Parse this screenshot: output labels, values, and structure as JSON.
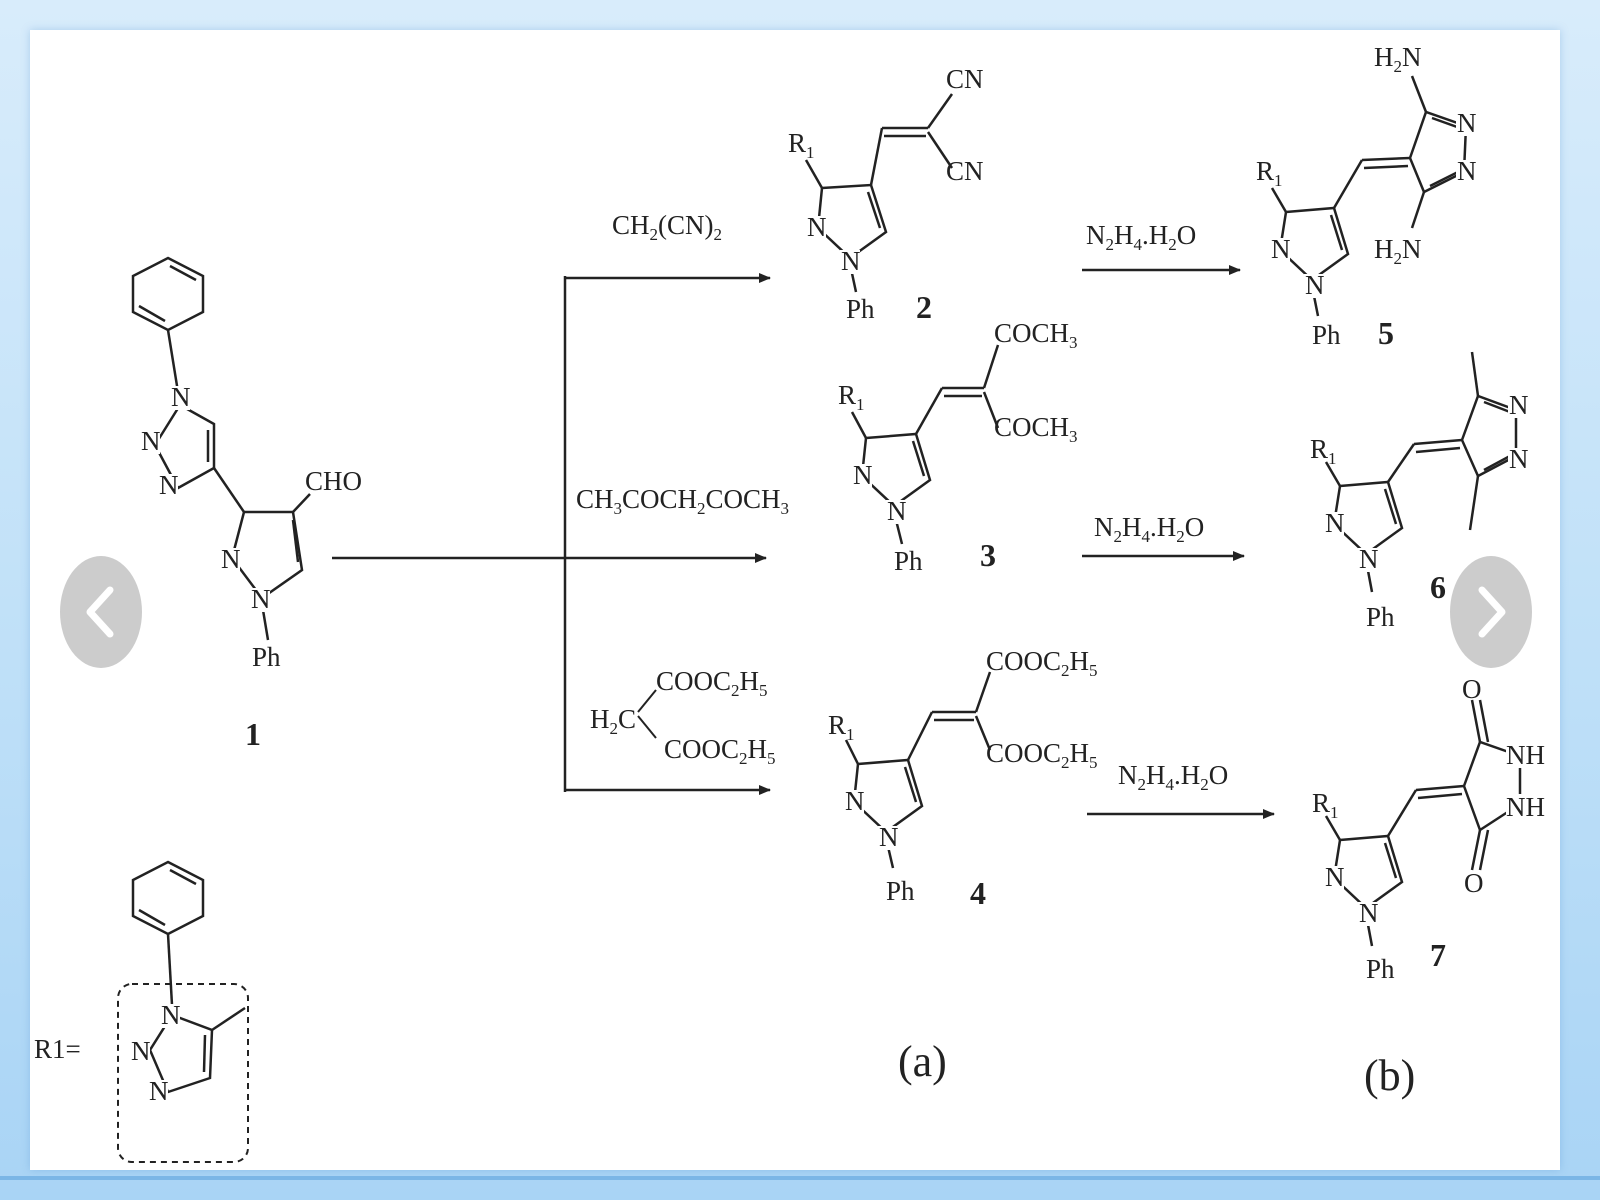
{
  "reagents": {
    "malononitrile": "CH2(CN)2",
    "acetylacetone": "CH3COCH2COCH3",
    "diethyl_malonate": "H2C(COOC2H5)2",
    "hydrazine_top": "N2H4.H2O",
    "hydrazine_mid": "N2H4.H2O",
    "hydrazine_bottom": "N2H4.H2O"
  },
  "compounds": {
    "c1": "1",
    "c2": "2",
    "c3": "3",
    "c4": "4",
    "c5": "5",
    "c6": "6",
    "c7": "7"
  },
  "substituents": {
    "cho": "CHO",
    "cn": "CN",
    "coch3": "COCH3",
    "cooc2h5": "COOC2H5",
    "h2n": "H2N",
    "nh": "NH",
    "o": "O",
    "ph": "Ph",
    "n": "N",
    "r1": "R1",
    "r1_def": "R1="
  },
  "panels": {
    "a": "(a)",
    "b": "(b)"
  },
  "nav": {
    "prev_icon": "chevron-left-icon",
    "next_icon": "chevron-right-icon"
  },
  "colors": {
    "background": "#bfe0f8",
    "ink": "#222222",
    "nav": "#bebebe"
  }
}
